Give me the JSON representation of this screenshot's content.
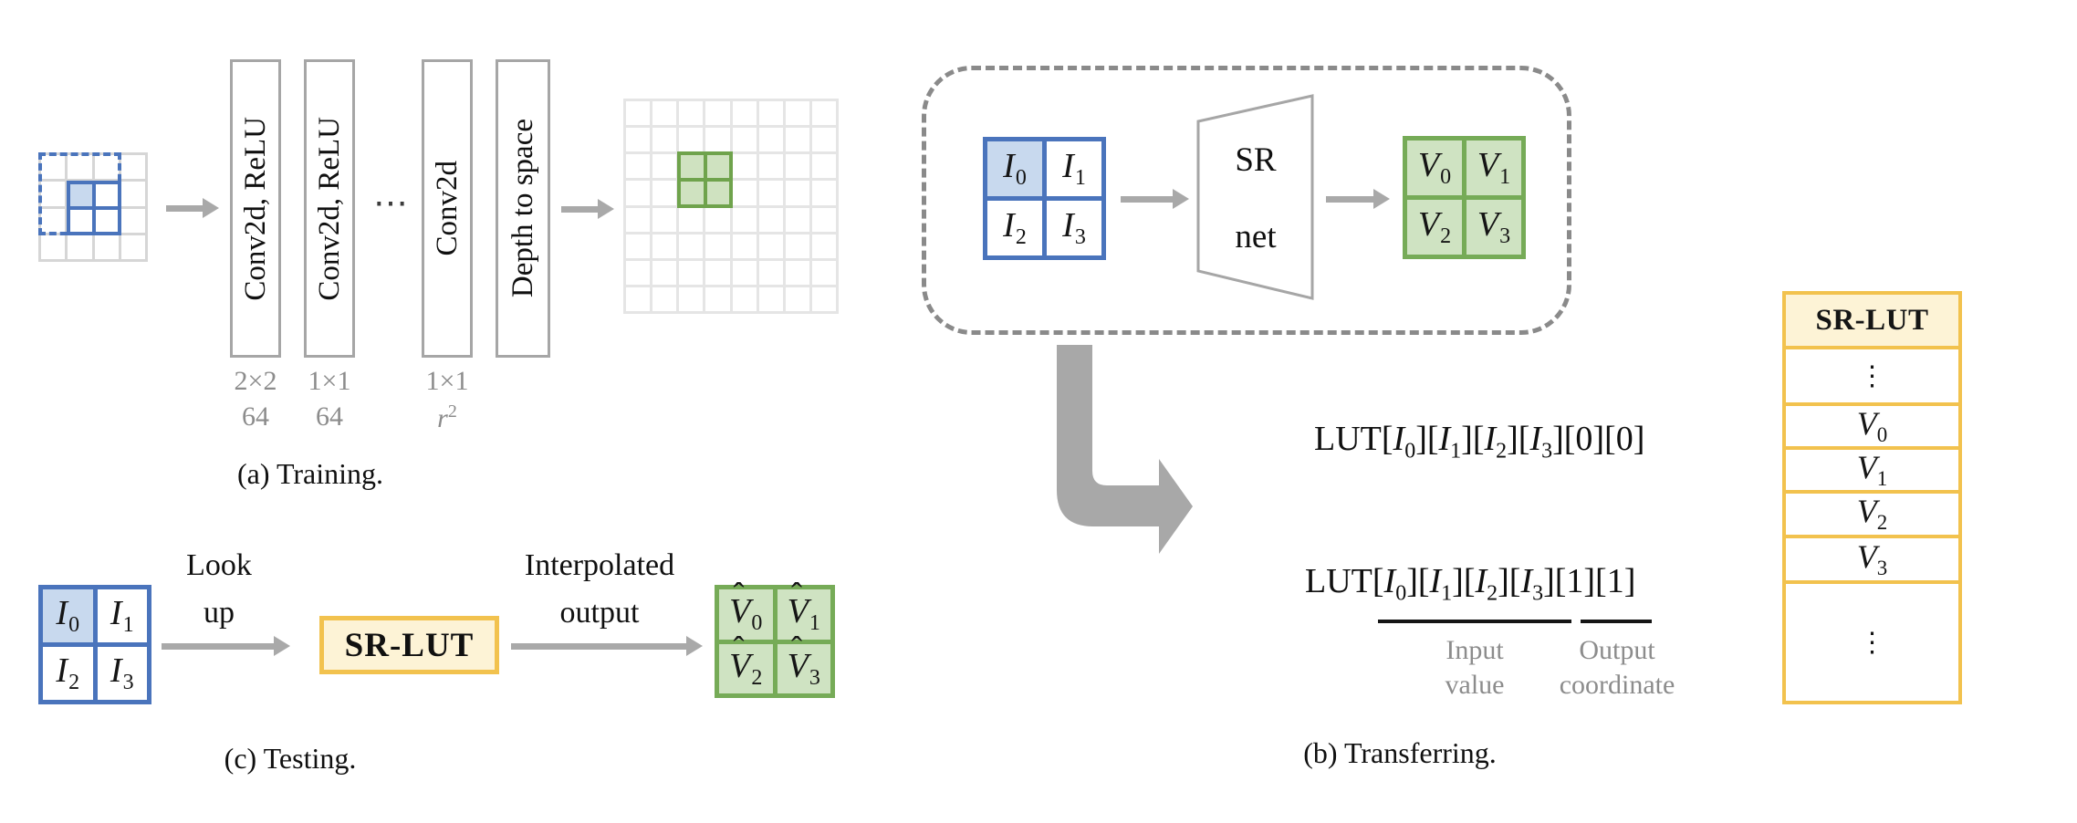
{
  "colors": {
    "blue_border": "#4a74bc",
    "blue_fill": "#c8d9ee",
    "green_border": "#76ab57",
    "green_fill": "#cfe3c2",
    "yellow_border": "#f2c24e",
    "yellow_fill": "#fdf3d6",
    "gray_arrow": "#a9a9a9",
    "gray_text": "#8c8c8c"
  },
  "panel_a": {
    "caption": "(a) Training.",
    "dots": "⋯",
    "input_grid": {
      "rows": 4,
      "cols": 4
    },
    "output_grid": {
      "rows": 8,
      "cols": 8
    },
    "layers": [
      {
        "label": "Conv2d, ReLU",
        "size": "2×2",
        "ch": "64"
      },
      {
        "label": "Conv2d, ReLU",
        "size": "1×1",
        "ch": "64"
      },
      {
        "label": "Conv2d",
        "size": "1×1",
        "ch": "r",
        "ch_sup": "2"
      },
      {
        "label": "Depth to space"
      }
    ]
  },
  "panel_b": {
    "caption": "(b) Transferring.",
    "sr_net_line1": "SR",
    "sr_net_line2": "net",
    "input_cells": [
      {
        "base": "I",
        "sub": "0",
        "shaded": true
      },
      {
        "base": "I",
        "sub": "1"
      },
      {
        "base": "I",
        "sub": "2"
      },
      {
        "base": "I",
        "sub": "3"
      }
    ],
    "output_cells": [
      {
        "base": "V",
        "sub": "0"
      },
      {
        "base": "V",
        "sub": "1"
      },
      {
        "base": "V",
        "sub": "2"
      },
      {
        "base": "V",
        "sub": "3"
      }
    ],
    "lut_line1": {
      "prefix": "LUT",
      "var": "I",
      "subs": [
        "0",
        "1",
        "2",
        "3"
      ],
      "coords": "[0][0]"
    },
    "lut_line2": {
      "prefix": "LUT",
      "var": "I",
      "subs": [
        "0",
        "1",
        "2",
        "3"
      ],
      "coords": "[1][1]"
    },
    "labels": {
      "input1": "Input",
      "input2": "value",
      "output1": "Output",
      "output2": "coordinate"
    },
    "table": {
      "header": "SR-LUT",
      "rows": [
        {
          "dots": "⋮"
        },
        {
          "base": "V",
          "sub": "0"
        },
        {
          "base": "V",
          "sub": "1"
        },
        {
          "base": "V",
          "sub": "2"
        },
        {
          "base": "V",
          "sub": "3"
        },
        {
          "dots": "⋮"
        }
      ]
    }
  },
  "panel_c": {
    "caption": "(c) Testing.",
    "look1": "Look",
    "look2": "up",
    "interp1": "Interpolated",
    "interp2": "output",
    "lut_box": "SR-LUT",
    "input_cells": [
      {
        "base": "I",
        "sub": "0",
        "shaded": true
      },
      {
        "base": "I",
        "sub": "1"
      },
      {
        "base": "I",
        "sub": "2"
      },
      {
        "base": "I",
        "sub": "3"
      }
    ],
    "output_cells": [
      {
        "base": "V",
        "sub": "0",
        "hat": true
      },
      {
        "base": "V",
        "sub": "1",
        "hat": true
      },
      {
        "base": "V",
        "sub": "2",
        "hat": true
      },
      {
        "base": "V",
        "sub": "3",
        "hat": true
      }
    ]
  }
}
